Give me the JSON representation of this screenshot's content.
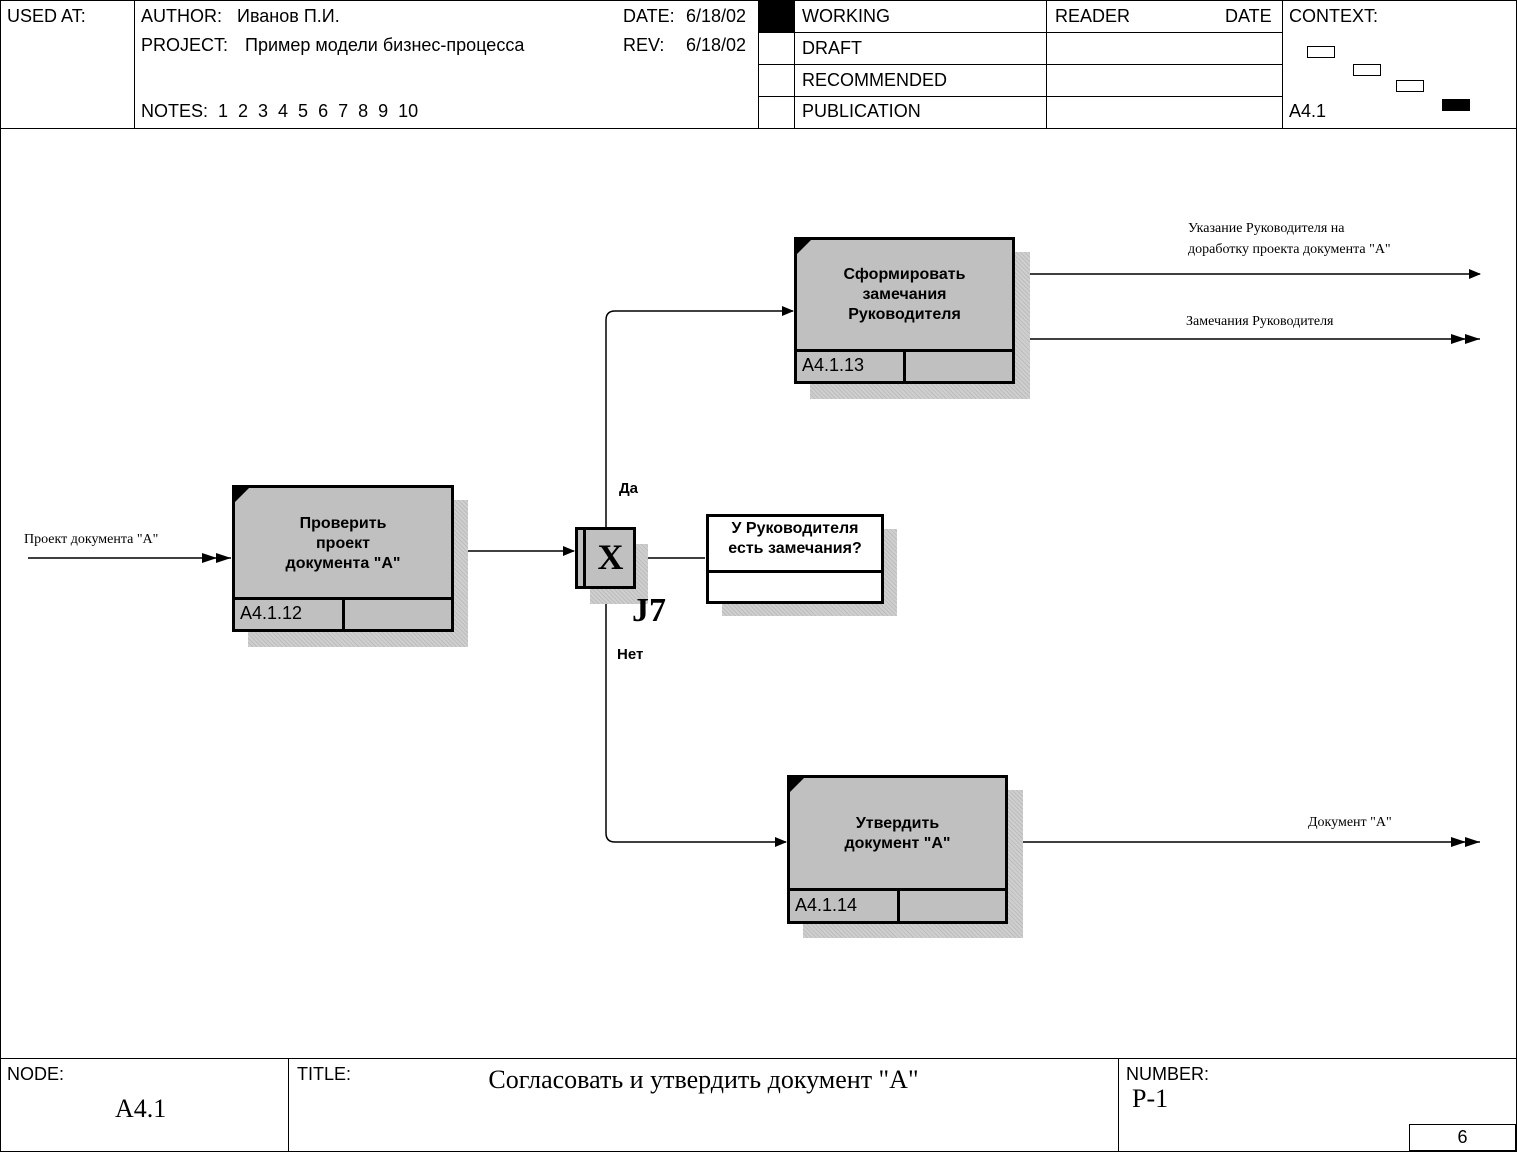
{
  "header": {
    "used_at": "USED AT:",
    "author_label": "AUTHOR:",
    "author": "Иванов П.И.",
    "project_label": "PROJECT:",
    "project": "Пример модели бизнес-процесса",
    "date_label": "DATE:",
    "date": "6/18/02",
    "rev_label": "REV:",
    "rev": "6/18/02",
    "notes": "NOTES:  1  2  3  4  5  6  7  8  9  10",
    "status": [
      "WORKING",
      "DRAFT",
      "RECOMMENDED",
      "PUBLICATION"
    ],
    "reader": "READER",
    "reader_date": "DATE",
    "context": "CONTEXT:",
    "context_node": "A4.1"
  },
  "activities": [
    {
      "label": "Проверить\nпроект\nдокумента \"А\"",
      "id": "A4.1.12"
    },
    {
      "label": "Сформировать\nзамечания\nРуководителя",
      "id": "A4.1.13"
    },
    {
      "label": "Утвердить\nдокумент \"А\"",
      "id": "A4.1.14"
    }
  ],
  "junction": {
    "symbol": "X",
    "name": "J7"
  },
  "decision": {
    "label": "У Руководителя\nесть замечания?"
  },
  "branches": {
    "yes": "Да",
    "no": "Нет"
  },
  "arrows": {
    "input": "Проект документа \"А\"",
    "out_instruction": "Указание Руководителя на\nдоработку проекта документа \"А\"",
    "out_remarks": "Замечания Руководителя",
    "out_document": "Документ \"А\""
  },
  "footer": {
    "node_label": "NODE:",
    "node": "A4.1",
    "title_label": "TITLE:",
    "title": "Согласовать и утвердить документ \"А\"",
    "number_label": "NUMBER:",
    "number": "P-1",
    "page": "6"
  }
}
